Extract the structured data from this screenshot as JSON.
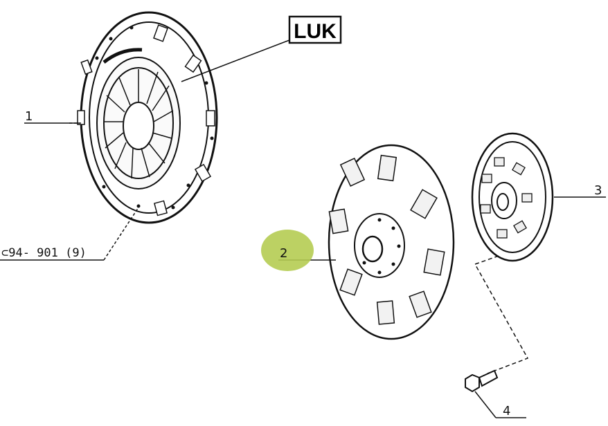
{
  "diagram": {
    "brand_label": "LUK",
    "callouts": [
      {
        "id": "1",
        "text": "1"
      },
      {
        "id": "2",
        "text": "2"
      },
      {
        "id": "3",
        "text": "3"
      },
      {
        "id": "4",
        "text": "4"
      }
    ],
    "reference_note": "⊂94- 901 (9)",
    "highlight_color": "#b5cc52",
    "line_color": "#111111"
  }
}
